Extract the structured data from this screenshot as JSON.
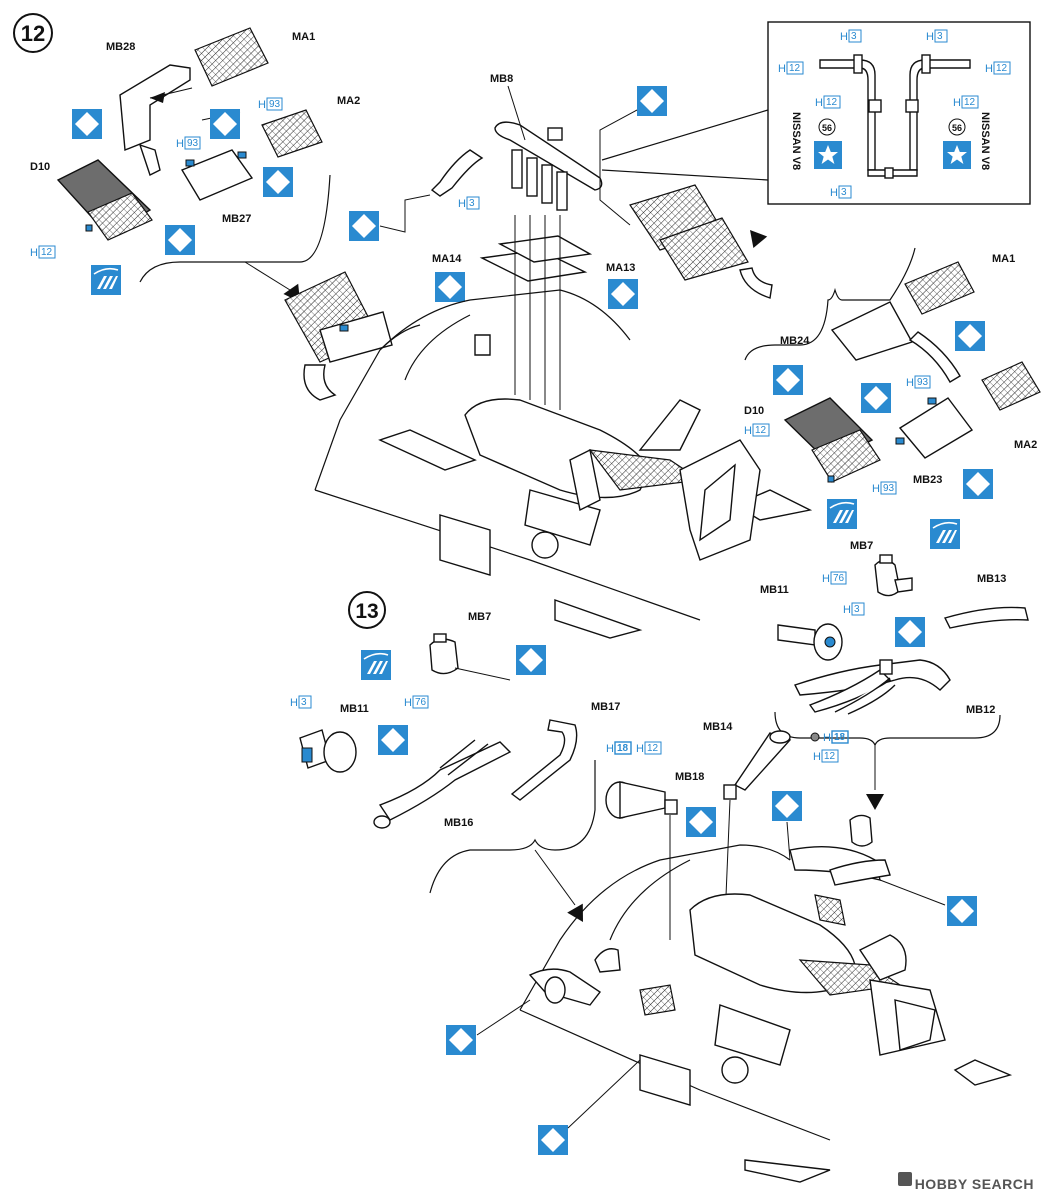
{
  "steps": {
    "step12": "12",
    "step13": "13"
  },
  "inset": {
    "side_left": "NISSAN V8",
    "side_right": "NISSAN V8",
    "decal": "56",
    "h_prefix": "H",
    "n3": "3",
    "n12": "12"
  },
  "labels": {
    "MA1": "MA1",
    "MA2": "MA2",
    "MB28": "MB28",
    "MB27": "MB27",
    "D10": "D10",
    "MB8": "MB8",
    "MA14": "MA14",
    "MA13": "MA13",
    "MB24": "MB24",
    "MB23": "MB23",
    "MB7": "MB7",
    "MB11": "MB11",
    "MB13": "MB13",
    "MB12": "MB12",
    "MB17": "MB17",
    "MB16": "MB16",
    "MB14": "MB14",
    "MB18": "MB18"
  },
  "hardware": {
    "prefix": "H",
    "n3": "3",
    "n12": "12",
    "n18": "18",
    "n76": "76",
    "n93": "93"
  },
  "watermark": "HOBBY SEARCH",
  "colors": {
    "accent": "#2a8ad0",
    "line": "#111111",
    "grey_part": "#6d6d6d"
  },
  "icons": [
    "diamond-color-icon",
    "star-color-icon",
    "metallic-paint-icon",
    "arrow-icon"
  ]
}
